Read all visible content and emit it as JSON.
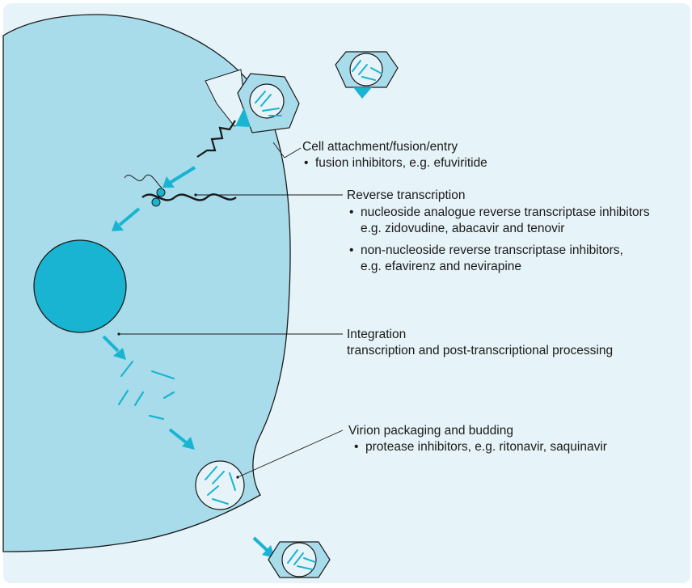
{
  "colors": {
    "panel": "#e6f3f8",
    "cell": "#a9dcea",
    "accent": "#19b4d2",
    "line": "#1a1a1a"
  },
  "stages": {
    "attachment": {
      "title": "Cell attachment/fusion/entry",
      "items": [
        "fusion inhibitors, e.g. efuviritide"
      ]
    },
    "reverse_transcription": {
      "title": "Reverse transcription",
      "item1": "nucleoside analogue reverse transcriptase inhibitors",
      "item1_sub": "e.g. zidovudine, abacavir and tenovir",
      "item2": "non-nucleoside reverse transcriptase inhibitors,",
      "item2_sub": "e.g. efavirenz and nevirapine"
    },
    "integration": {
      "title": "Integration",
      "subtitle": "transcription and post-transcriptional processing"
    },
    "budding": {
      "title": "Virion packaging and budding",
      "items": [
        "protease inhibitors, e.g. ritonavir, saquinavir"
      ]
    }
  }
}
